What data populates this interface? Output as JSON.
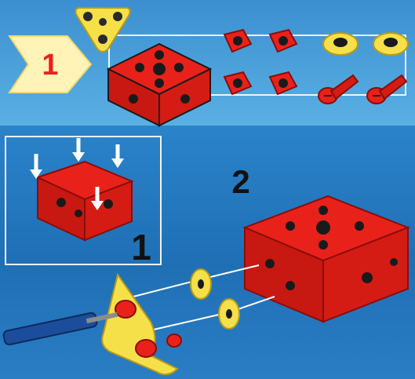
{
  "steps": {
    "main_step": "1",
    "sub_step": "1",
    "next_step": "2"
  },
  "parts": [
    {
      "name": "triangle-plate"
    },
    {
      "name": "cube-block"
    },
    {
      "name": "square-nut"
    },
    {
      "name": "square-nut"
    },
    {
      "name": "square-nut"
    },
    {
      "name": "square-nut"
    },
    {
      "name": "yellow-washer"
    },
    {
      "name": "yellow-washer"
    },
    {
      "name": "red-bolt"
    },
    {
      "name": "red-bolt"
    }
  ],
  "colors": {
    "red": "#e8221b",
    "yellow": "#f6e04a",
    "blue": "#1f6fb5",
    "cream": "#fff3b8"
  }
}
